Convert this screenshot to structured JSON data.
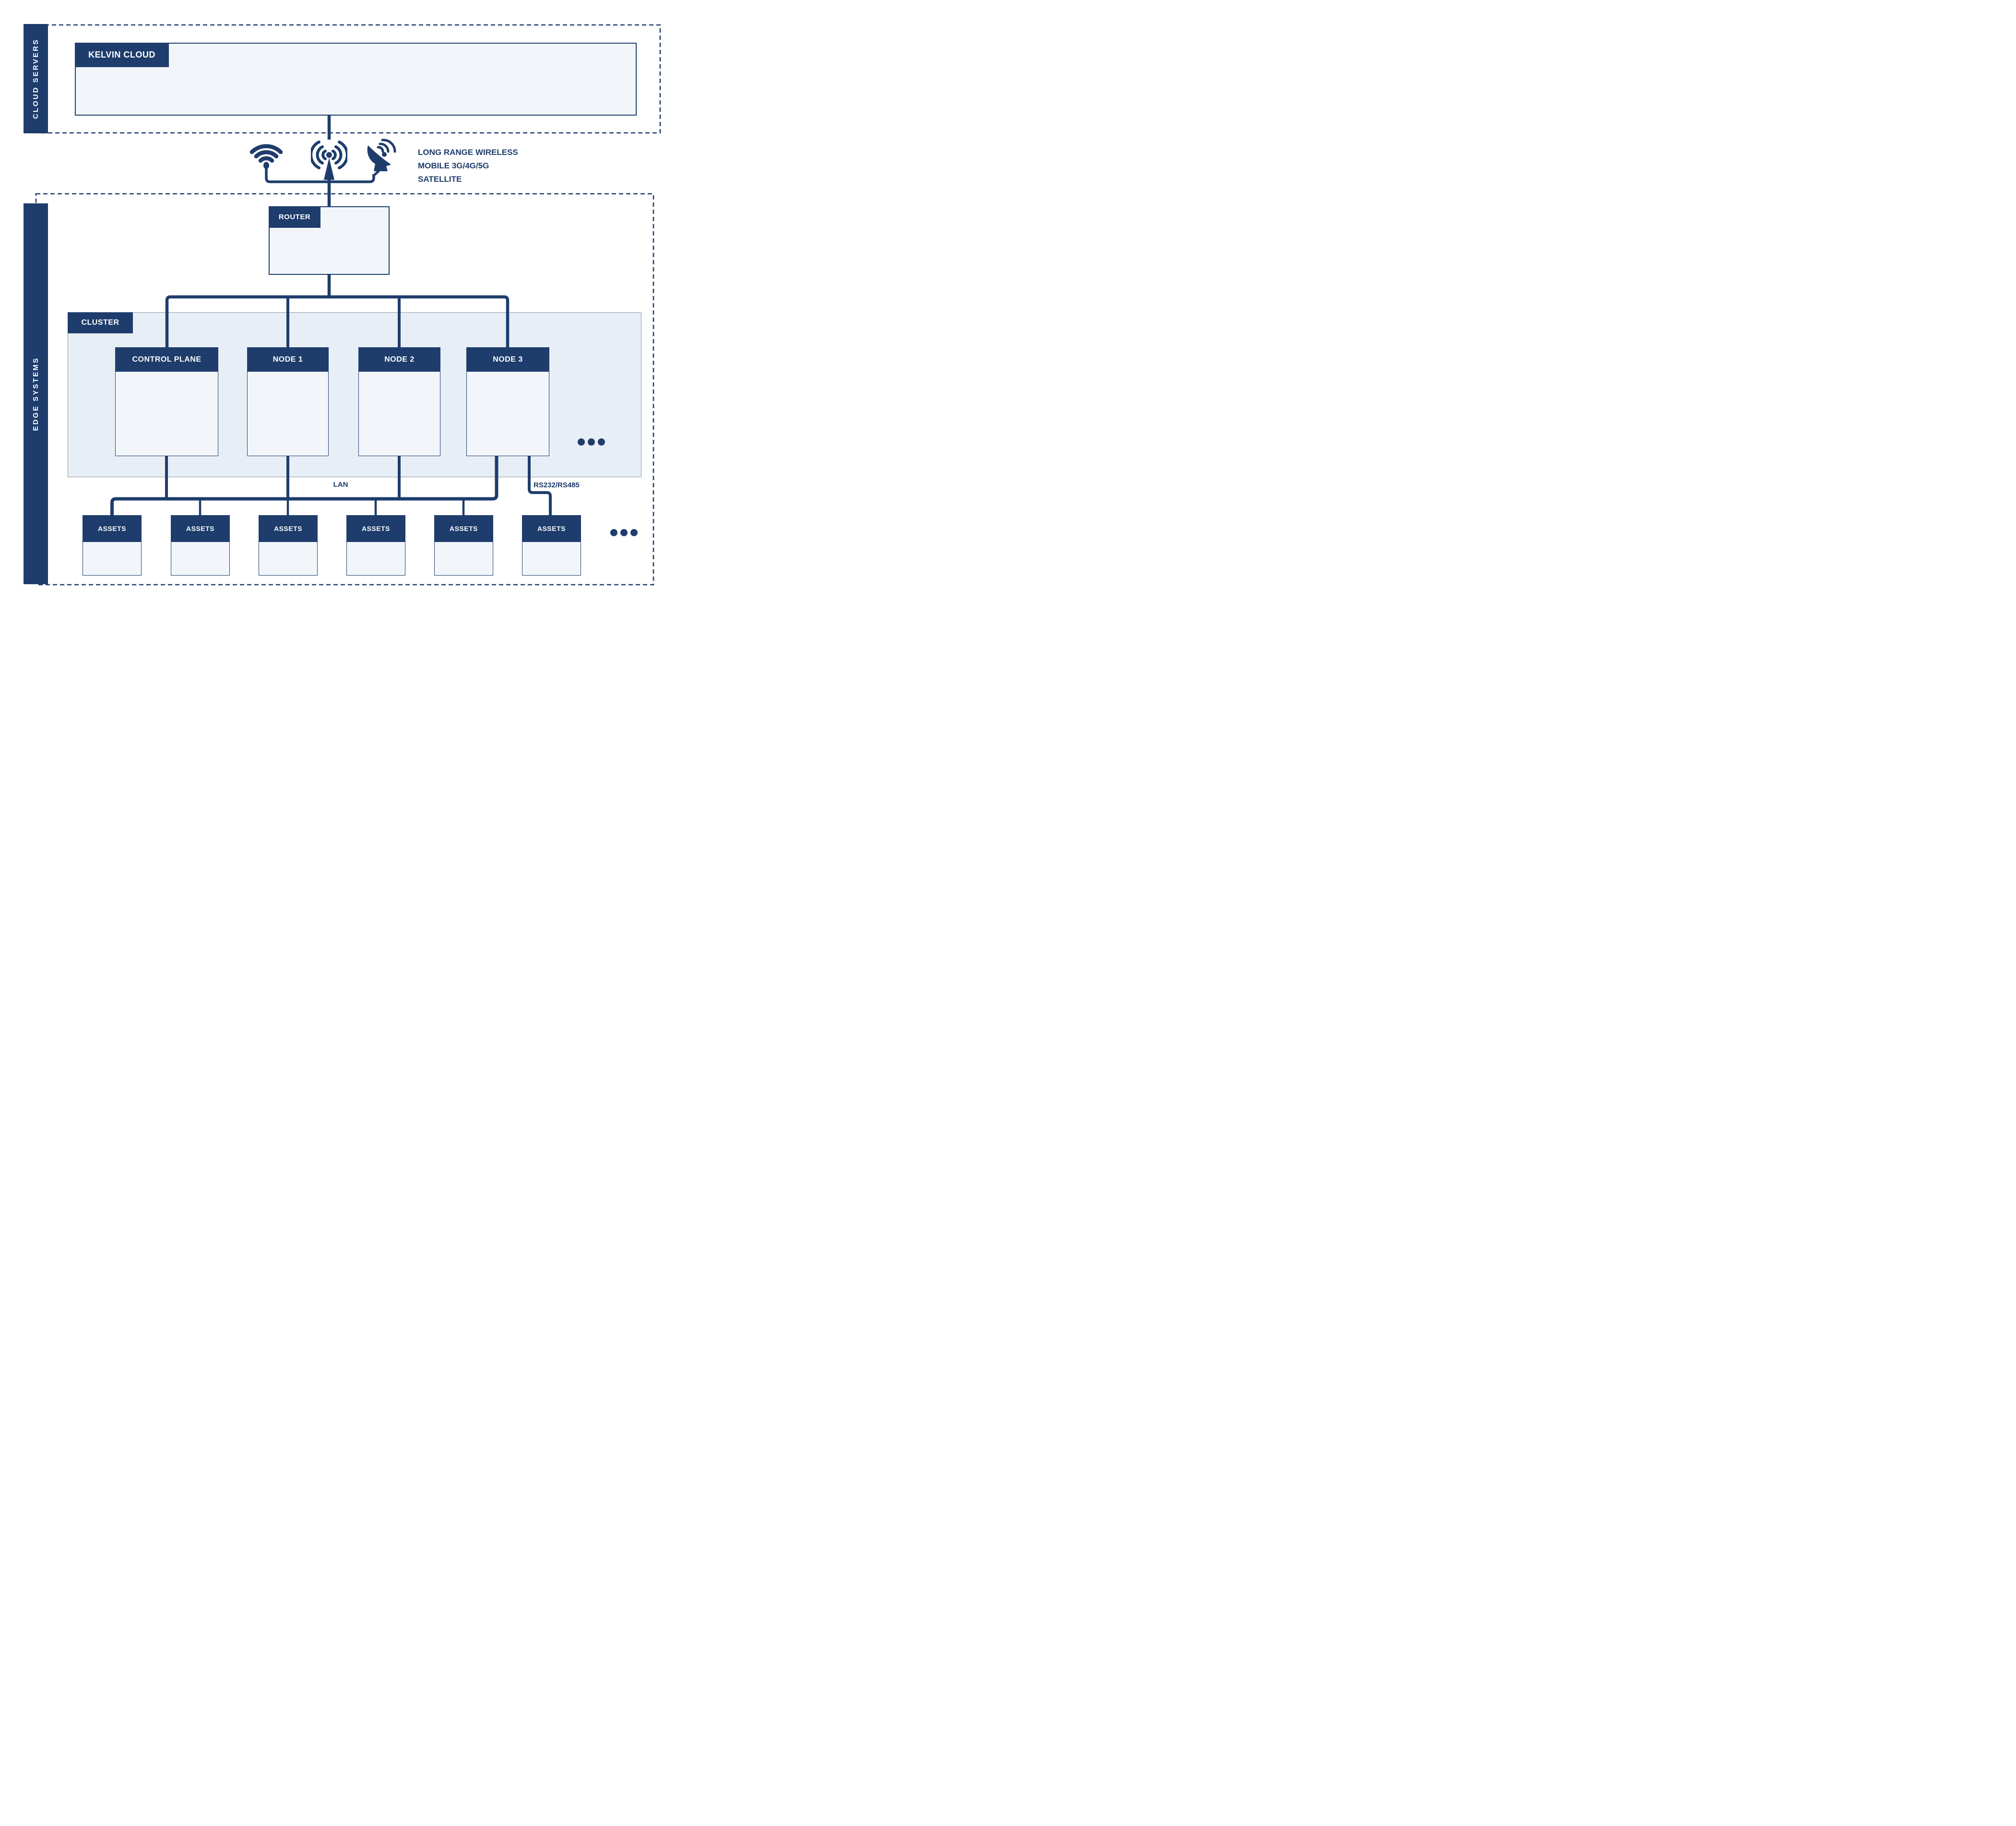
{
  "colors": {
    "navy": "#1e3d6c",
    "panel_fill": "#f2f6fb",
    "cluster_fill": "#e8eef6",
    "background": "#ffffff",
    "cluster_border_gray": "#8d99a6"
  },
  "cloud_section": {
    "sidebar_label": "CLOUD SERVERS",
    "server_box": {
      "label": "KELVIN CLOUD"
    }
  },
  "wireless_link": {
    "icons": [
      "wifi-icon",
      "broadcast-antenna-icon",
      "satellite-dish-icon"
    ],
    "caption_lines": [
      "LONG RANGE WIRELESS",
      "MOBILE 3G/4G/5G",
      "SATELLITE"
    ]
  },
  "edge_section": {
    "sidebar_label": "EDGE SYSTEMS",
    "router": {
      "label": "ROUTER"
    },
    "cluster": {
      "label": "CLUSTER",
      "nodes": [
        {
          "label": "CONTROL PLANE"
        },
        {
          "label": "NODE 1"
        },
        {
          "label": "NODE 2"
        },
        {
          "label": "NODE 3"
        }
      ],
      "more_nodes_indicator": "ellipsis-icon"
    },
    "connections": {
      "lan_label": "LAN",
      "serial_label": "RS232/RS485"
    },
    "assets": [
      {
        "label": "ASSETS"
      },
      {
        "label": "ASSETS"
      },
      {
        "label": "ASSETS"
      },
      {
        "label": "ASSETS"
      },
      {
        "label": "ASSETS"
      },
      {
        "label": "ASSETS"
      }
    ],
    "more_assets_indicator": "ellipsis-icon"
  }
}
